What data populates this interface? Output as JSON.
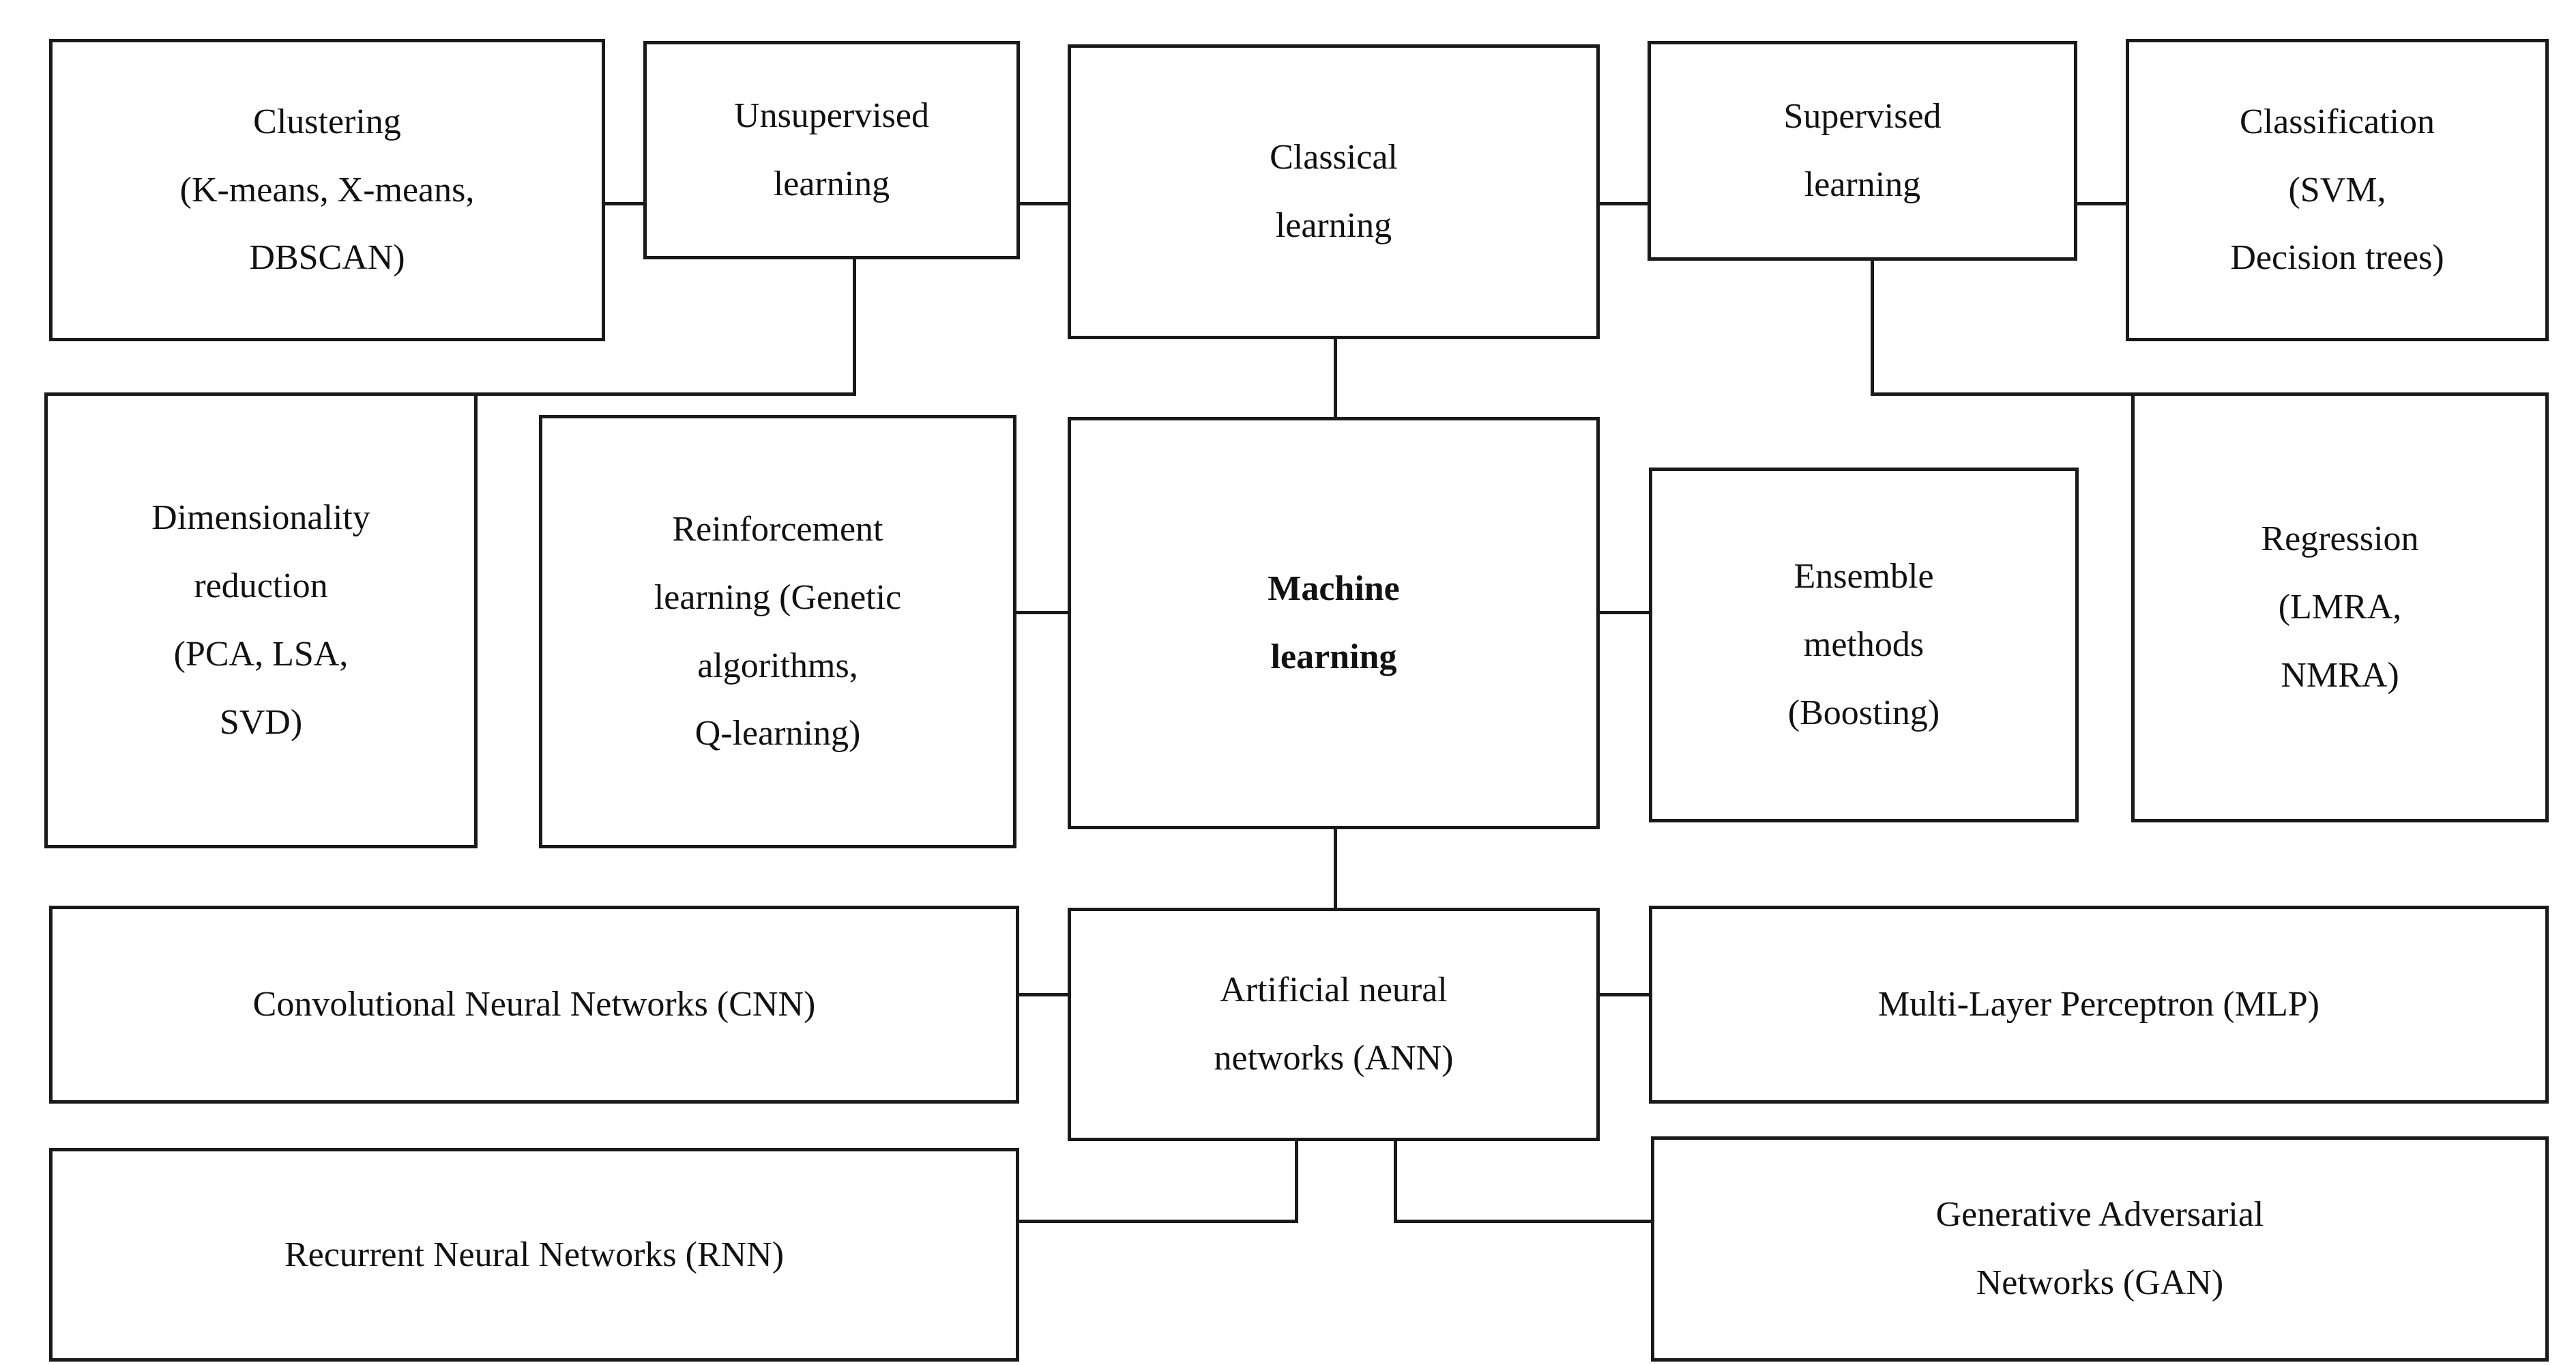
{
  "diagram": {
    "title": "Machine learning taxonomy",
    "background_color": "#ffffff",
    "line_color": "#1a1a1a",
    "text_color": "#111111",
    "nodes": {
      "clustering": {
        "lines": [
          "Clustering",
          "(K-means, X-means,",
          "DBSCAN)"
        ]
      },
      "unsupervised_learning": {
        "lines": [
          "Unsupervised",
          "learning"
        ]
      },
      "classical_learning": {
        "lines": [
          "Classical",
          "learning"
        ]
      },
      "supervised_learning": {
        "lines": [
          "Supervised",
          "learning"
        ]
      },
      "classification": {
        "lines": [
          "Classification",
          "(SVM,",
          "Decision trees)"
        ]
      },
      "dimensionality_reduction": {
        "lines": [
          "Dimensionality",
          "reduction",
          "(PCA, LSA,",
          "SVD)"
        ]
      },
      "reinforcement_learning": {
        "lines": [
          "Reinforcement",
          "learning (Genetic",
          "algorithms,",
          "Q-learning)"
        ]
      },
      "machine_learning": {
        "lines": [
          "Machine",
          "learning"
        ],
        "bold": true
      },
      "ensemble_methods": {
        "lines": [
          "Ensemble",
          "methods",
          "(Boosting)"
        ]
      },
      "regression": {
        "lines": [
          "Regression",
          "(LMRA,",
          "NMRA)"
        ]
      },
      "cnn": {
        "lines": [
          "Convolutional Neural Networks (CNN)"
        ]
      },
      "ann": {
        "lines": [
          "Artificial neural",
          "networks (ANN)"
        ]
      },
      "mlp": {
        "lines": [
          "Multi-Layer Perceptron (MLP)"
        ]
      },
      "rnn": {
        "lines": [
          "Recurrent Neural Networks (RNN)"
        ]
      },
      "gan": {
        "lines": [
          "Generative Adversarial",
          "Networks (GAN)"
        ]
      }
    },
    "edges": [
      {
        "from": "clustering",
        "to": "unsupervised_learning"
      },
      {
        "from": "unsupervised_learning",
        "to": "classical_learning"
      },
      {
        "from": "unsupervised_learning",
        "to": "dimensionality_reduction"
      },
      {
        "from": "classical_learning",
        "to": "supervised_learning"
      },
      {
        "from": "classical_learning",
        "to": "machine_learning"
      },
      {
        "from": "supervised_learning",
        "to": "classification"
      },
      {
        "from": "supervised_learning",
        "to": "regression"
      },
      {
        "from": "reinforcement_learning",
        "to": "machine_learning"
      },
      {
        "from": "machine_learning",
        "to": "ensemble_methods"
      },
      {
        "from": "machine_learning",
        "to": "ann"
      },
      {
        "from": "cnn",
        "to": "ann"
      },
      {
        "from": "ann",
        "to": "mlp"
      },
      {
        "from": "ann",
        "to": "rnn"
      },
      {
        "from": "ann",
        "to": "gan"
      }
    ]
  }
}
